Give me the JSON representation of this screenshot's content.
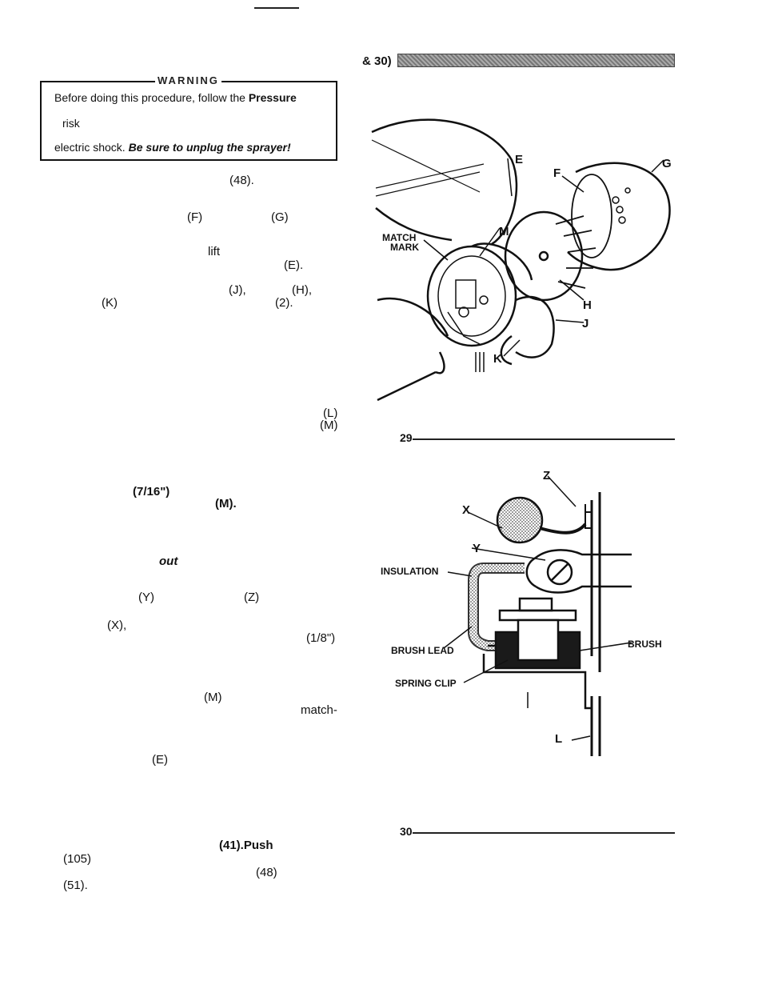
{
  "header": {
    "ref_text": "& 30)"
  },
  "warning": {
    "title": "WARNING",
    "line1_a": "Before doing this procedure, follow the ",
    "line1_b": "Pressure",
    "line2": "risk",
    "line3_a": "electric shock. ",
    "line3_b": "Be sure to unplug the sprayer!"
  },
  "left_fragments": [
    "(48).",
    "(F)",
    "(G)",
    "lift",
    "(E).",
    "(J),",
    "(H),",
    "(K)",
    "(2).",
    "(L)",
    "(M)",
    "(7/16\")",
    "(M).",
    "out",
    "(Y)",
    "(Z)",
    "(X),",
    "(1/8\")",
    "(M)",
    "match-",
    "(E)",
    "(41).Push",
    "(105)",
    "(48)",
    "(51)."
  ],
  "figure29": {
    "number": "29",
    "labels": {
      "e": "E",
      "f": "F",
      "g": "G",
      "m": "M",
      "h": "H",
      "j": "J",
      "k": "K",
      "match": "MATCH",
      "mark": "MARK"
    }
  },
  "figure30": {
    "number": "30",
    "labels": {
      "z": "Z",
      "x": "X",
      "y": "Y",
      "l": "L",
      "insulation": "INSULATION",
      "brush_lead": "BRUSH LEAD",
      "brush": "BRUSH",
      "spring_clip": "SPRING CLIP"
    }
  }
}
